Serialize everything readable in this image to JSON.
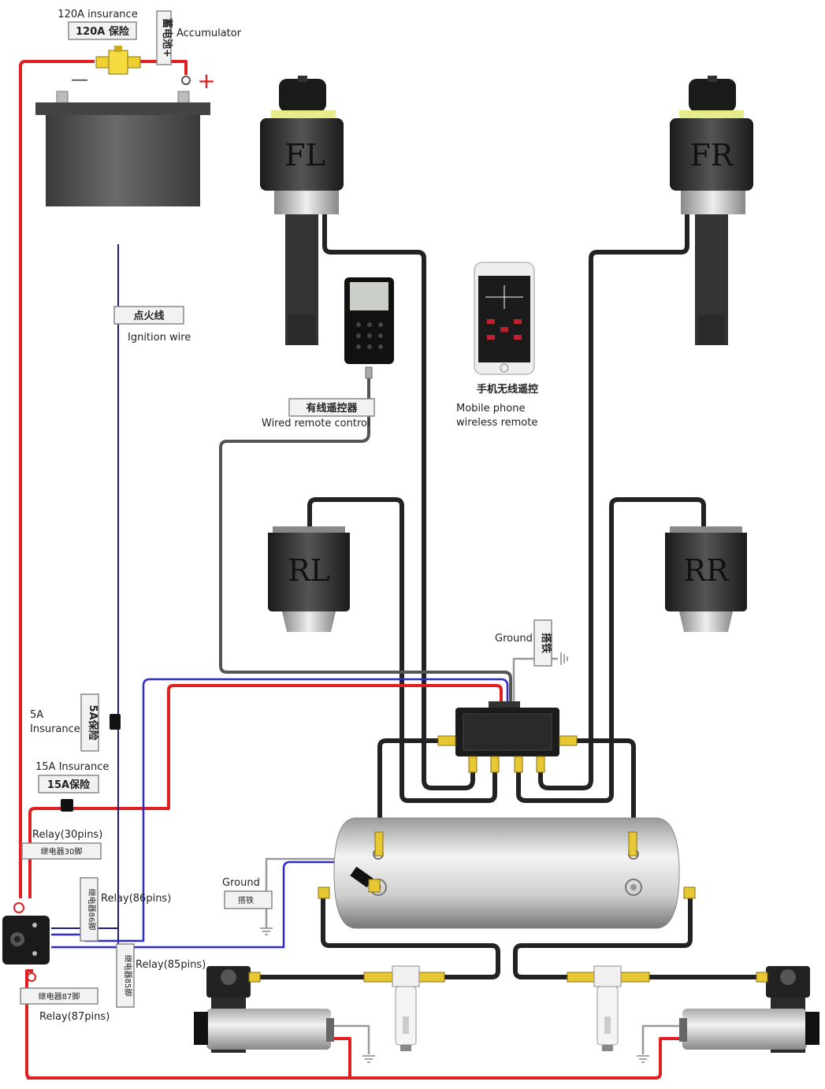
{
  "labels": {
    "fuse120_en": "120A insurance",
    "fuse120_cn": "120A 保险",
    "battery_cn": "蓄电池+",
    "battery_en": "Accumulator",
    "plus_sign": "+",
    "minus_sign": "—",
    "ignition_cn": "点火线",
    "ignition_en": "Ignition wire",
    "wired_cn": "有线遥控器",
    "wired_en": "Wired remote control",
    "phone_cn": "手机无线遥控",
    "phone_en_1": "Mobile phone",
    "phone_en_2": "wireless remote",
    "ground_top_en": "Ground",
    "ground_top_cn": "搭铁",
    "fuse5_en_1": "5A",
    "fuse5_en_2": "Insurance",
    "fuse5_cn": "5A保险",
    "fuse15_en": "15A Insurance",
    "fuse15_cn": "15A保险",
    "relay30_en": "Relay(30pins)",
    "relay30_cn": "继电器30脚",
    "relay86_en": "Relay(86pins)",
    "relay86_cn": "继电器86脚",
    "relay85_en": "Relay(85pins)",
    "relay85_cn": "继电器85脚",
    "relay87_en": "Relay(87pins)",
    "relay87_cn": "继电器87脚",
    "ground_tank_en": "Ground",
    "ground_tank_cn": "搭铁",
    "fl": "FL",
    "fr": "FR",
    "rl": "RL",
    "rr": "RR"
  },
  "colors": {
    "power_wire": "#e02020",
    "signal_wire": "#2a2ad0",
    "ground_wire": "#999999",
    "air_line": "#222222",
    "fitting": "#e8c832"
  },
  "components": [
    {
      "name": "battery"
    },
    {
      "name": "air-bag-front-left",
      "label_key": "fl"
    },
    {
      "name": "air-bag-front-right",
      "label_key": "fr"
    },
    {
      "name": "air-bag-rear-left",
      "label_key": "rl"
    },
    {
      "name": "air-bag-rear-right",
      "label_key": "rr"
    },
    {
      "name": "wired-remote"
    },
    {
      "name": "mobile-phone"
    },
    {
      "name": "valve-manifold"
    },
    {
      "name": "air-tank"
    },
    {
      "name": "relay"
    },
    {
      "name": "compressor-left"
    },
    {
      "name": "compressor-right"
    },
    {
      "name": "water-filter-left"
    },
    {
      "name": "water-filter-right"
    }
  ]
}
